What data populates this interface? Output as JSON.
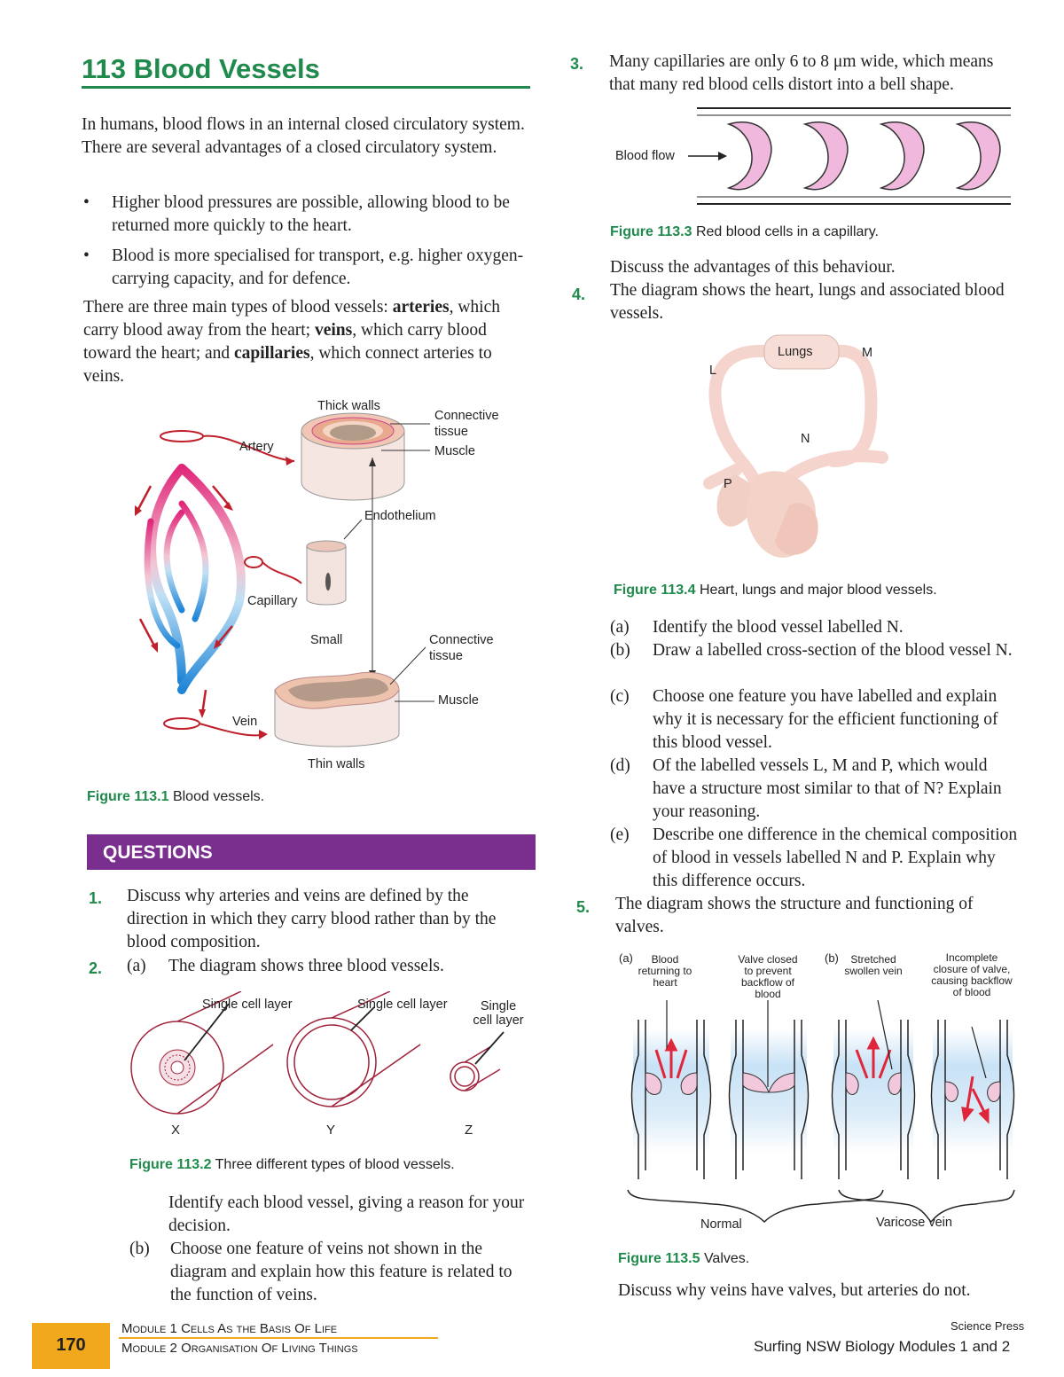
{
  "title": "113  Blood Vessels",
  "intro": "In humans, blood flows in an internal closed circulatory system. There are several advantages of a closed circulatory system.",
  "bullets": [
    "Higher blood pressures are possible, allowing blood to be returned more quickly to the heart.",
    "Blood is more specialised for transport, e.g. higher oxygen-carrying capacity, and for defence."
  ],
  "types_para": {
    "t1": "There are three main types of blood vessels: ",
    "arteries": "arteries",
    "t2": ", which carry blood away from the heart; ",
    "veins": "veins",
    "t3": ", which carry blood toward the heart; and ",
    "capillaries": "capillaries",
    "t4": ", which connect arteries to veins."
  },
  "fig1": {
    "labels": {
      "thick_walls": "Thick walls",
      "connective_tissue": "Connective tissue",
      "muscle": "Muscle",
      "artery": "Artery",
      "endothelium": "Endothelium",
      "capillary": "Capillary",
      "small": "Small",
      "connective_tissue2": "Connective tissue",
      "muscle2": "Muscle",
      "vein": "Vein",
      "thin_walls": "Thin walls"
    },
    "caption_num": "Figure 113.1",
    "caption_text": " Blood vessels."
  },
  "questions_heading": "QUESTIONS",
  "q1": {
    "num": "1.",
    "text": "Discuss why arteries and veins are defined by the direction in which they carry blood rather than by the blood composition."
  },
  "q2": {
    "num": "2.",
    "a_label": "(a)",
    "a_text": "The diagram shows three blood vessels.",
    "fig": {
      "label_x": "Single cell layer",
      "label_y": "Single cell layer",
      "label_z": "Single cell layer",
      "x": "X",
      "y": "Y",
      "z": "Z",
      "caption_num": "Figure 113.2",
      "caption_text": " Three different types of blood vessels."
    },
    "identify": "Identify each blood vessel, giving a reason for your decision.",
    "b_label": "(b)",
    "b_text": "Choose one feature of veins not shown in the diagram and explain how this feature is related to the function of veins."
  },
  "q3": {
    "num": "3.",
    "text": "Many capillaries are only 6 to 8 μm wide, which means that many red blood cells distort into a bell shape.",
    "blood_flow": "Blood flow",
    "caption_num": "Figure 113.3",
    "caption_text": " Red blood cells in a capillary.",
    "discuss": "Discuss the advantages of this behaviour."
  },
  "q4": {
    "num": "4.",
    "text": "The diagram shows the heart, lungs and associated blood vessels.",
    "lungs": "Lungs",
    "l": "L",
    "m": "M",
    "n": "N",
    "p": "P",
    "caption_num": "Figure 113.4",
    "caption_text": " Heart, lungs and major blood vessels.",
    "parts": [
      {
        "label": "(a)",
        "text": "Identify the blood vessel labelled N."
      },
      {
        "label": "(b)",
        "text": "Draw a labelled cross-section of the blood vessel N."
      },
      {
        "label": "(c)",
        "text": "Choose one feature you have labelled and explain why it is necessary for the efficient functioning of this blood vessel."
      },
      {
        "label": "(d)",
        "text": "Of the labelled vessels L, M and P, which would have a structure most similar to that of N? Explain your reasoning."
      },
      {
        "label": "(e)",
        "text": "Describe one difference in the chemical composition of blood in vessels labelled N and P. Explain why this difference occurs."
      }
    ]
  },
  "q5": {
    "num": "5.",
    "text": "The diagram shows the structure and functioning of valves.",
    "a": "(a)",
    "b": "(b)",
    "blood_returning": "Blood returning to heart",
    "valve_closed": "Valve closed to prevent backflow of blood",
    "stretched": "Stretched swollen vein",
    "incomplete": "Incomplete closure of valve, causing backflow of blood",
    "normal": "Normal",
    "varicose": "Varicose vein",
    "caption_num": "Figure 113.5",
    "caption_text": " Valves.",
    "discuss": "Discuss why veins have valves, but arteries do not."
  },
  "footer": {
    "page": "170",
    "module1": "Module 1 Cells As the Basis Of Life",
    "module2": "Module 2 Organisation Of Living Things",
    "publisher": "Science Press",
    "book": "Surfing NSW Biology Modules 1 and 2"
  }
}
